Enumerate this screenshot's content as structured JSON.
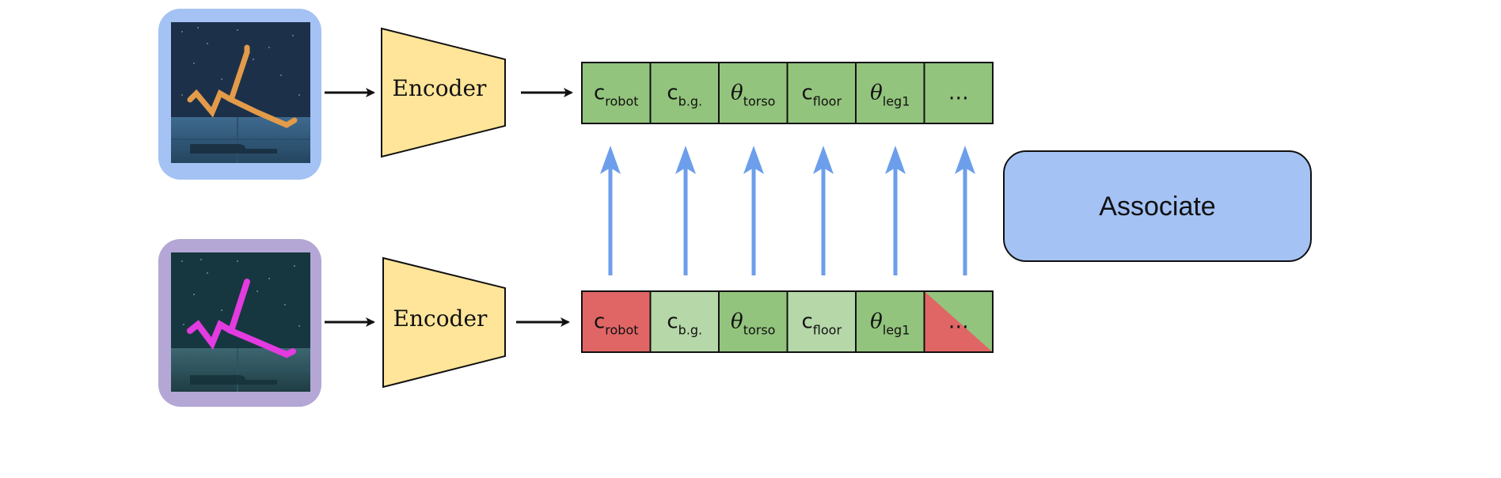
{
  "colors": {
    "green": "#93c47d",
    "light_green": "#b6d7a8",
    "red": "#e06666",
    "encoder_fill": "#ffe599",
    "frame_blue": "#a4c2f4",
    "frame_purple": "#b4a7d6",
    "arrow_blue": "#6d9eeb",
    "associate_fill": "#a4c2f4",
    "stroke": "#111111"
  },
  "rows": [
    {
      "name": "top",
      "image": {
        "frame": "blue",
        "figure_color": "#e39b4a",
        "scene": "cheetah-orange"
      },
      "encoder_label": "Encoder",
      "cells": [
        {
          "sym": "c",
          "sub": "robot",
          "fill": "green"
        },
        {
          "sym": "c",
          "sub": "b.g.",
          "fill": "green"
        },
        {
          "sym": "θ",
          "sub": "torso",
          "fill": "green"
        },
        {
          "sym": "c",
          "sub": "floor",
          "fill": "green"
        },
        {
          "sym": "θ",
          "sub": "leg1",
          "fill": "green"
        },
        {
          "sym": "…",
          "sub": "",
          "fill": "green"
        }
      ]
    },
    {
      "name": "bottom",
      "image": {
        "frame": "purple",
        "figure_color": "#e23be0",
        "scene": "cheetah-magenta"
      },
      "encoder_label": "Encoder",
      "cells": [
        {
          "sym": "c",
          "sub": "robot",
          "fill": "red"
        },
        {
          "sym": "c",
          "sub": "b.g.",
          "fill": "light_green"
        },
        {
          "sym": "θ",
          "sub": "torso",
          "fill": "green"
        },
        {
          "sym": "c",
          "sub": "floor",
          "fill": "light_green"
        },
        {
          "sym": "θ",
          "sub": "leg1",
          "fill": "green"
        },
        {
          "sym": "…",
          "sub": "",
          "fill": "split_green_red"
        }
      ]
    }
  ],
  "associate": {
    "label": "Associate"
  },
  "association_arrows": 6
}
